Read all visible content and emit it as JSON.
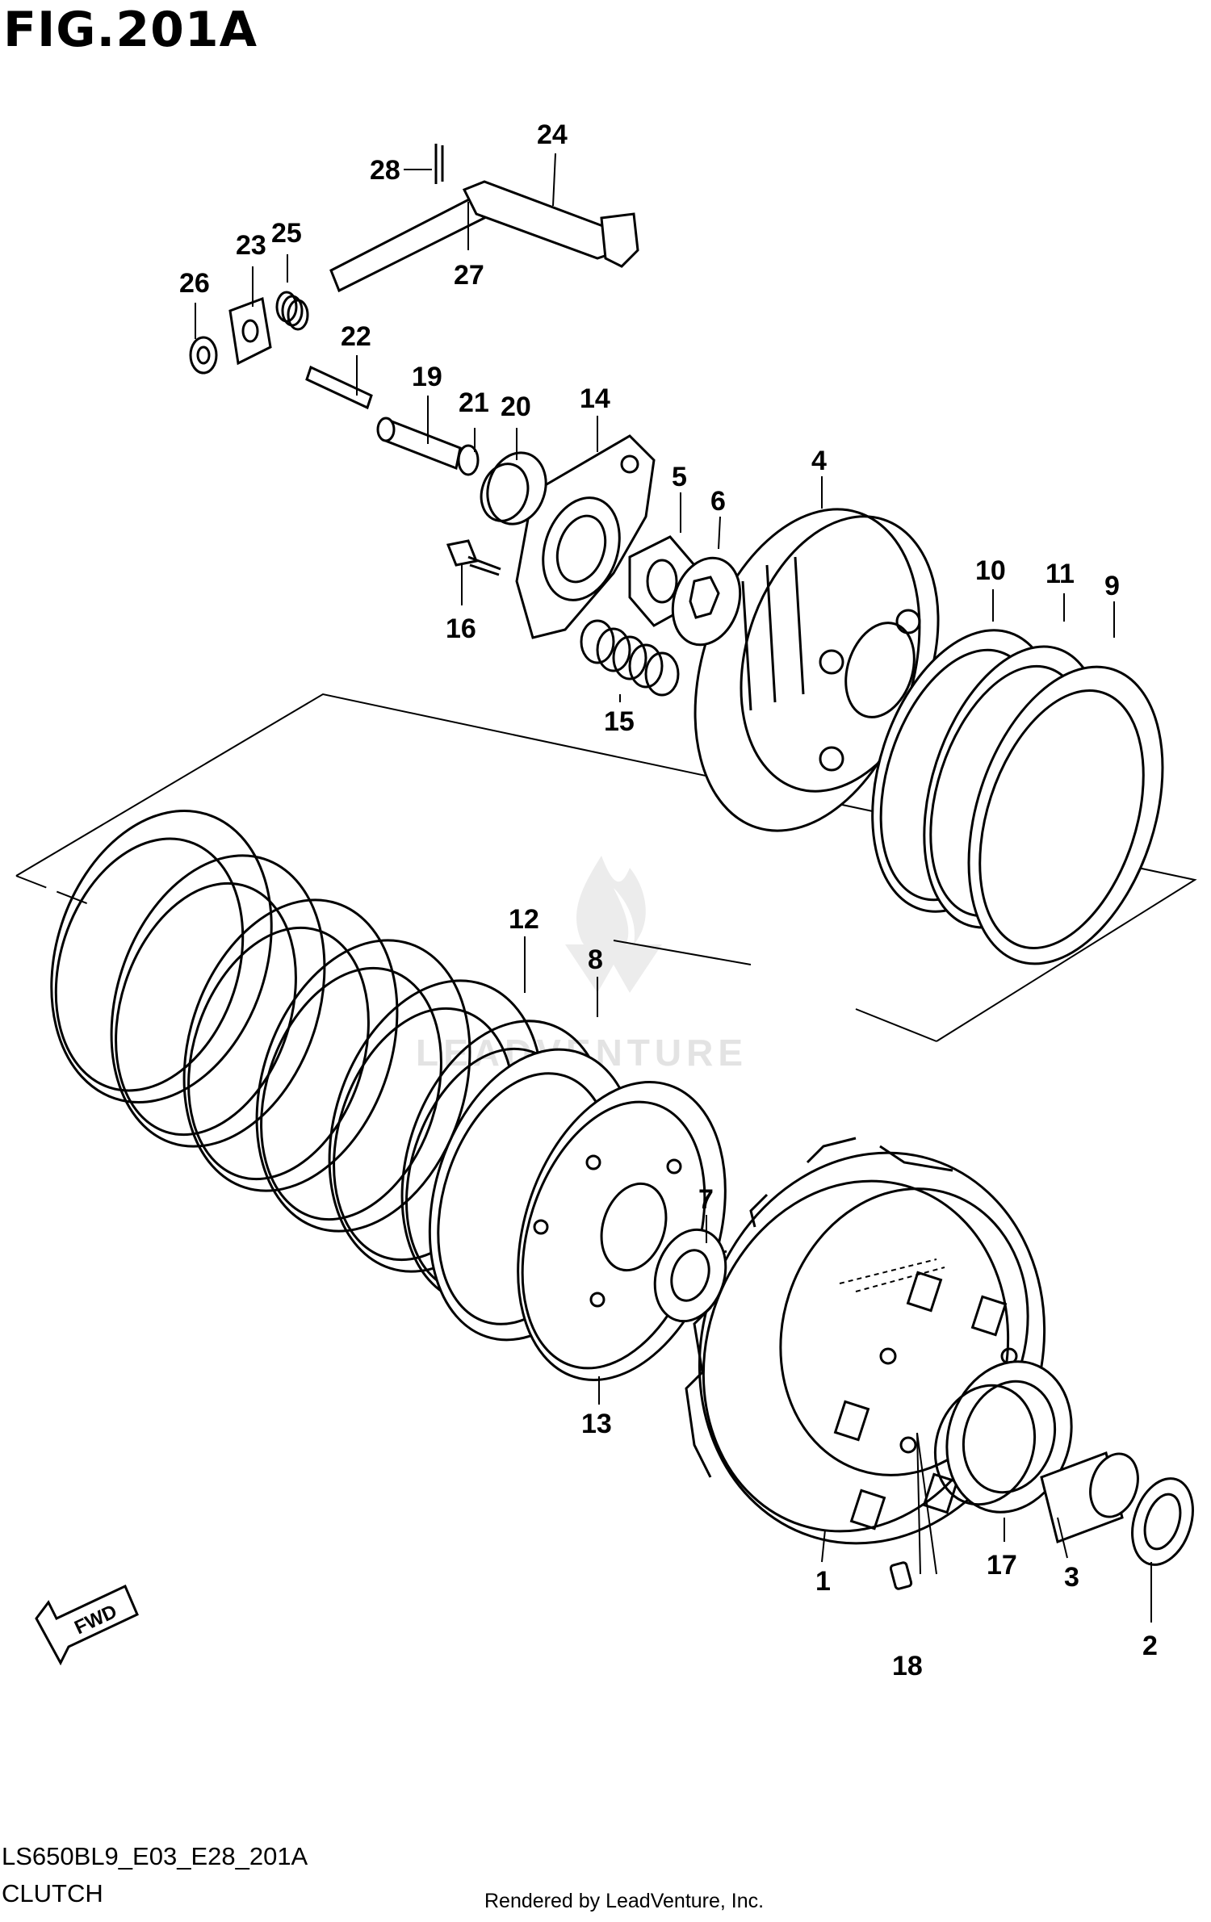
{
  "figure": {
    "title": "FIG.201A",
    "model_code": "LS650BL9_E03_E28_201A",
    "section_name": "CLUTCH",
    "credit": "Rendered by LeadVenture, Inc.",
    "watermark": "LEADVENTURE",
    "direction_label": "FWD"
  },
  "callouts": [
    "1",
    "2",
    "3",
    "4",
    "5",
    "6",
    "7",
    "8",
    "9",
    "10",
    "11",
    "12",
    "13",
    "14",
    "15",
    "16",
    "17",
    "18",
    "19",
    "20",
    "21",
    "22",
    "23",
    "24",
    "25",
    "26",
    "27",
    "28"
  ],
  "icons": {
    "direction_arrow": "fwd-arrow-icon",
    "watermark": "flame-logo-icon"
  },
  "colors": {
    "line": "#000000",
    "background": "#ffffff",
    "watermark": "#e3e3e3"
  }
}
